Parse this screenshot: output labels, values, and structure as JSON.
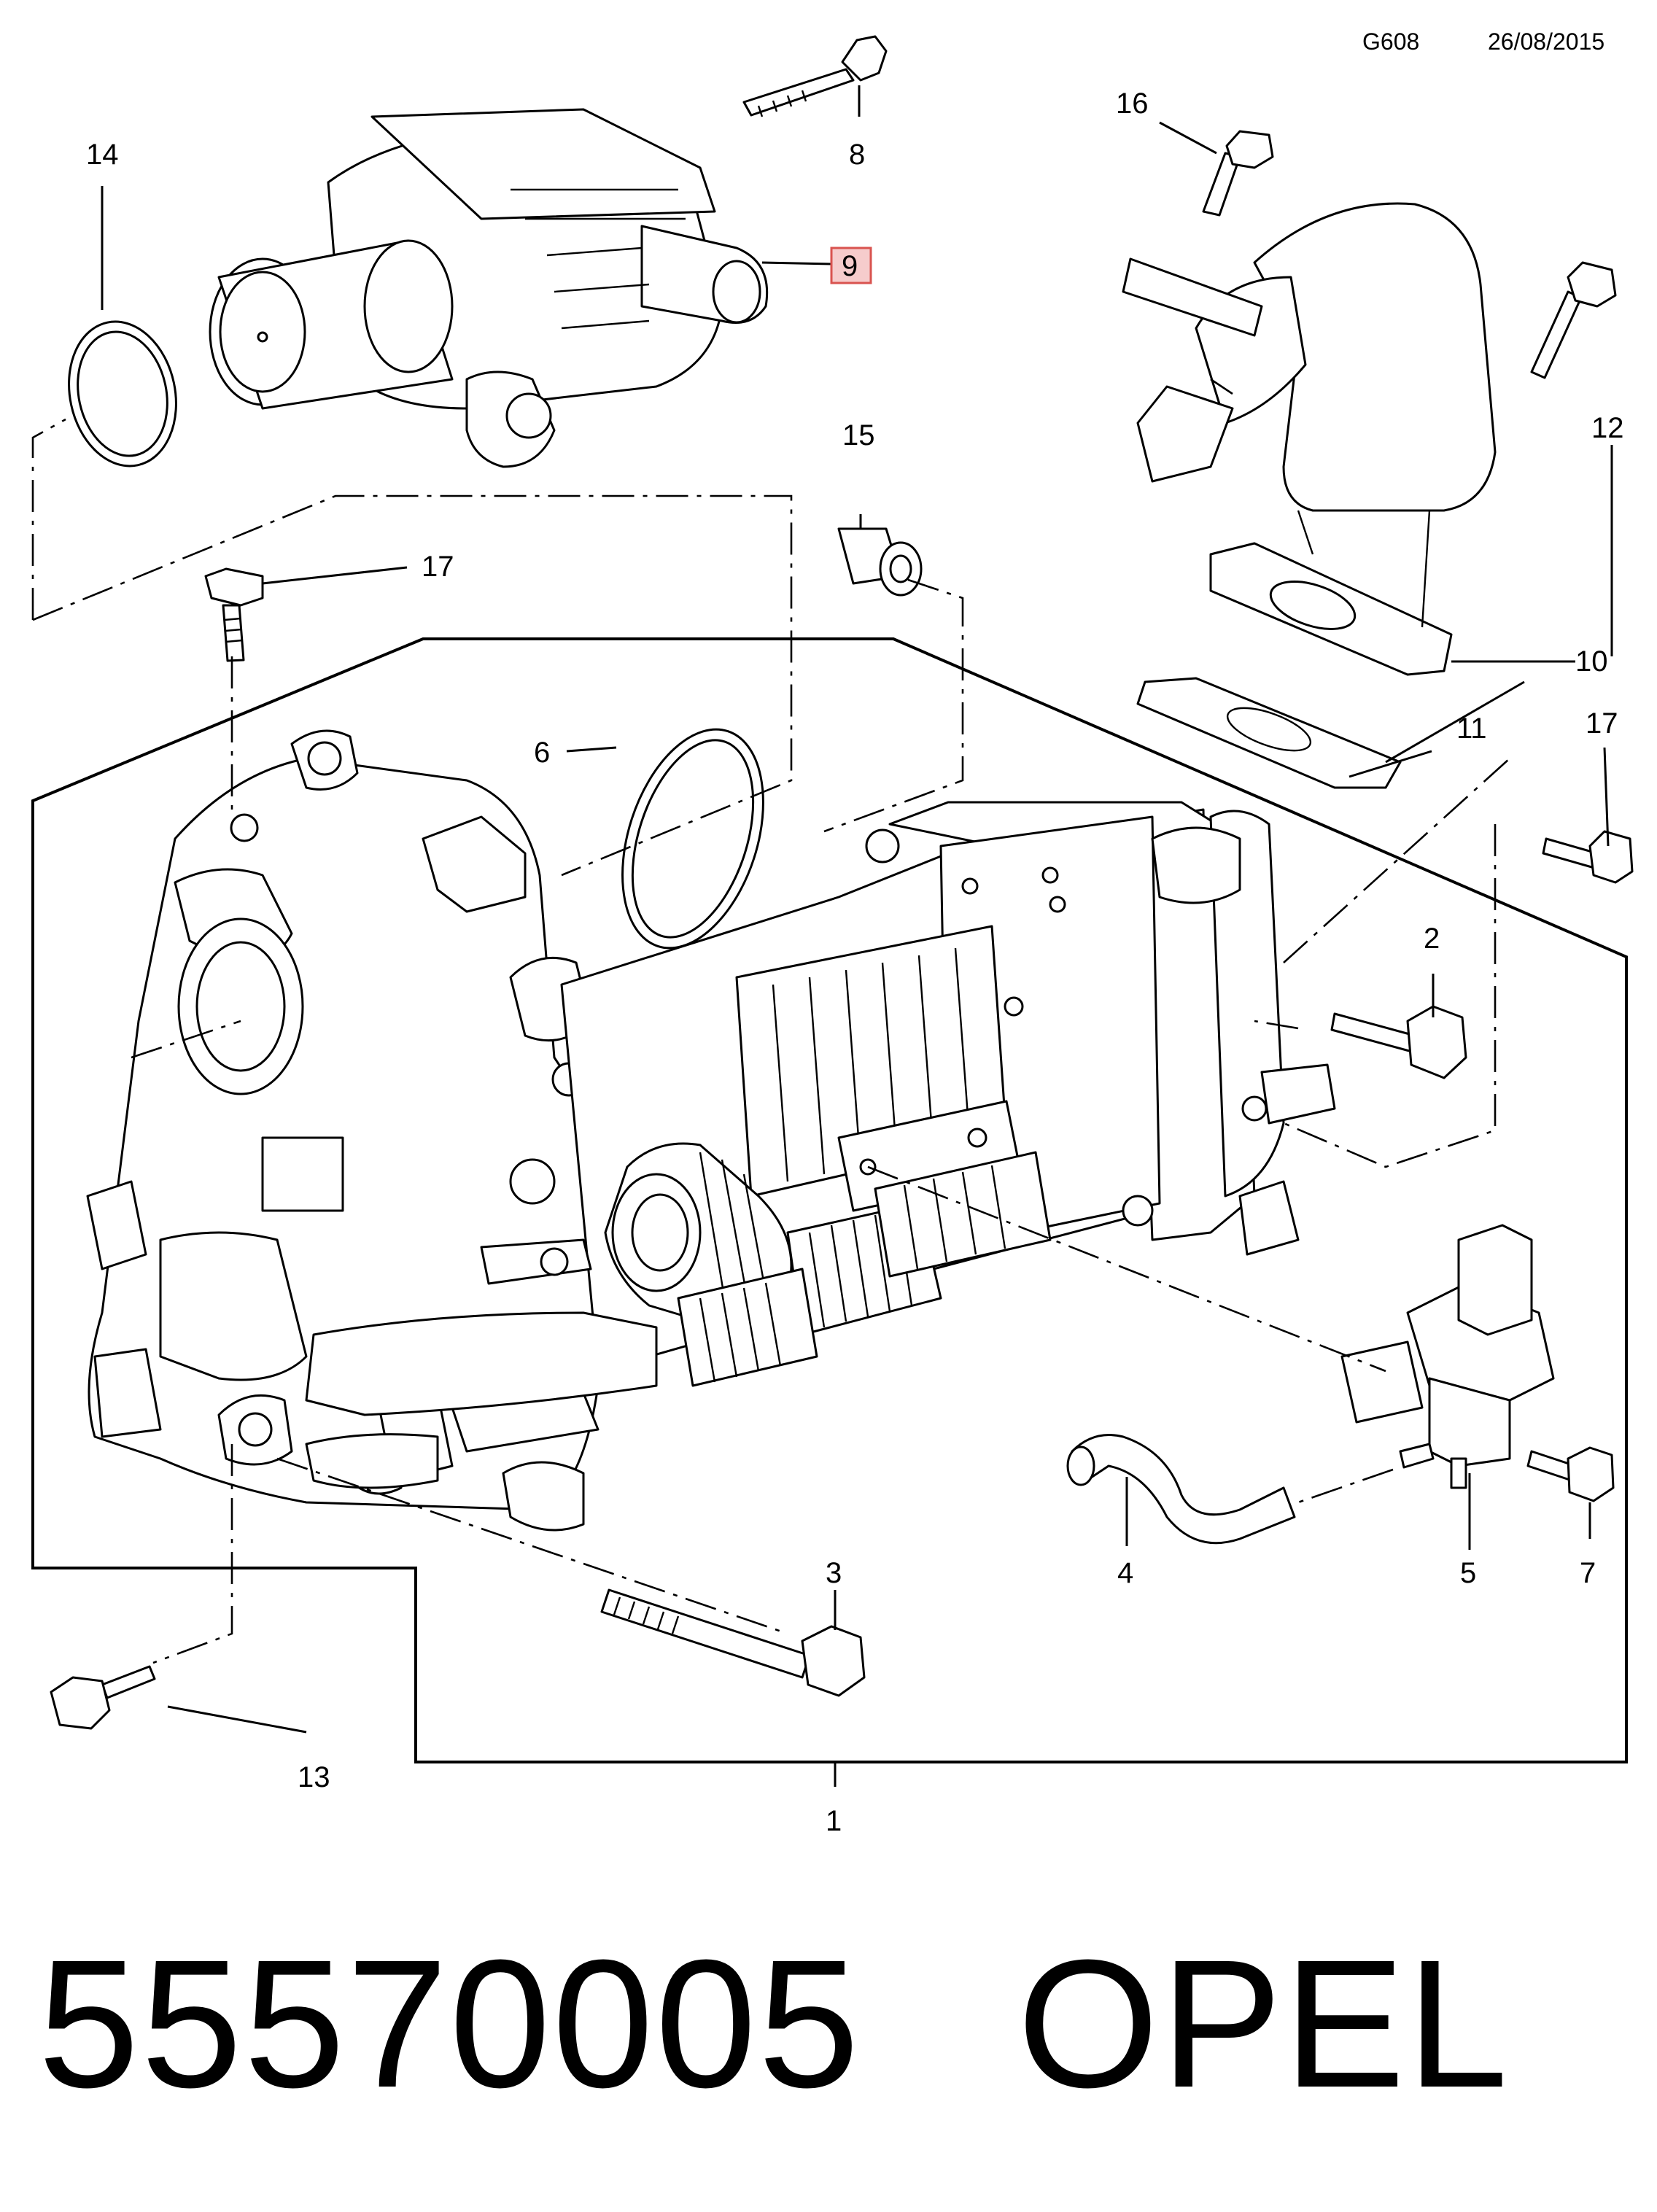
{
  "header": {
    "code": "G608",
    "date": "26/08/2015"
  },
  "callouts": {
    "c1": "1",
    "c2": "2",
    "c3": "3",
    "c4": "4",
    "c5": "5",
    "c6": "6",
    "c7": "7",
    "c8": "8",
    "c9": "9",
    "c10": "10",
    "c11": "11",
    "c12": "12",
    "c13": "13",
    "c14": "14",
    "c15": "15",
    "c16": "16",
    "c17a": "17",
    "c17b": "17"
  },
  "highlight": {
    "callout": "9",
    "border_color": "#d9534f",
    "fill_color": "#f6cccc"
  },
  "footer": {
    "part_number": "55570005",
    "brand": "OPEL"
  }
}
